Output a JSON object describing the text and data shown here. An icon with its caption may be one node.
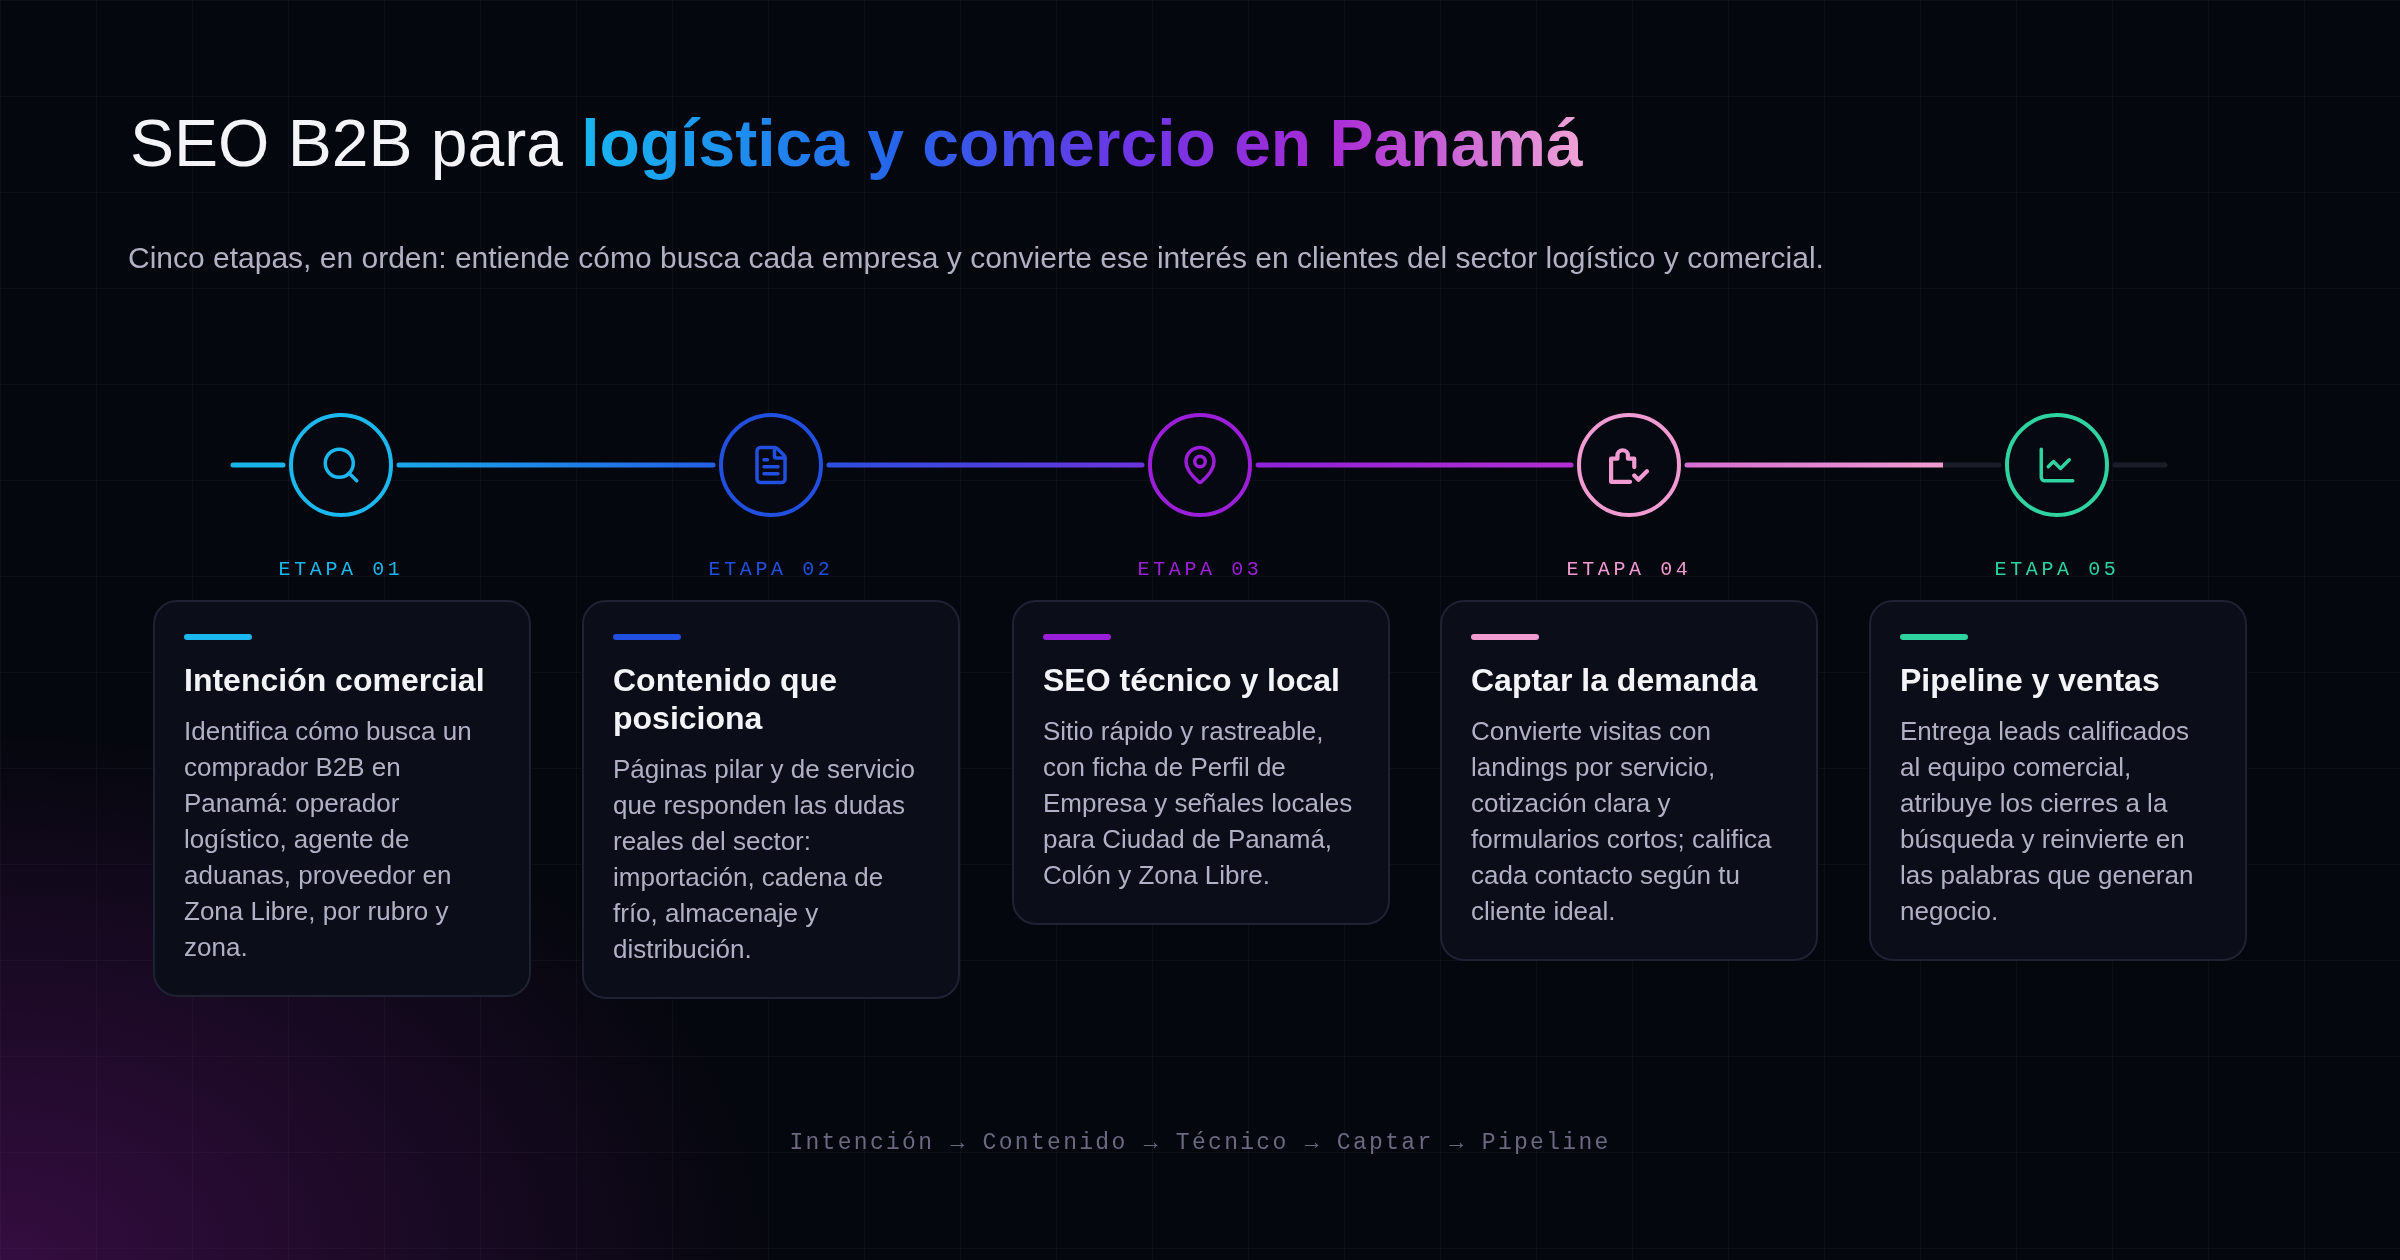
{
  "diagram": {
    "title": "SEO B2B para logística y comercio en Panamá",
    "nodes": [
      {
        "text": [],
        "shape": "circle"
      },
      {
        "text": [],
        "shape": "circle"
      },
      {
        "text": [],
        "shape": "circle"
      },
      {
        "text": [],
        "shape": "circle"
      },
      {
        "text": [],
        "shape": "circle"
      },
      {
        "text": [
          "Intención comercial",
          "Identifica cómo busca un comprador B2B en Panamá: operador logístico, agente de aduanas, proveedor en Zona Libre, por rubro y zona."
        ]
      },
      {
        "text": [
          "Contenido que posiciona",
          "Páginas pilar y de servicio que responden las dudas reales del sector: importación, cadena de frío, almacenaje y distribución."
        ]
      },
      {
        "text": [
          "SEO técnico y local",
          "Sitio rápido y rastreable, con ficha de Perfil de Empresa y señales locales para Ciudad de Panamá, Colón y Zona Libre."
        ]
      },
      {
        "text": [
          "Captar la demanda",
          "Convierte visitas con landings por servicio, cotización clara y formularios cortos; califica cada contacto según tu cliente ideal."
        ]
      },
      {
        "text": [
          "Pipeline y ventas",
          "Entrega leads calificados al equipo comercial, atribuye los cierres a la búsqueda y reinvierte en las palabras que generan negocio."
        ]
      }
    ],
    "edges": [
      {
        "from": null,
        "to": 0,
        "arrow": "none",
        "color": "#1ab4ea"
      },
      {
        "from": 0,
        "to": 1,
        "arrow": "none",
        "color": "#1aa6ea"
      },
      {
        "from": 1,
        "to": 2,
        "arrow": "none",
        "color": "#2d4fe0"
      },
      {
        "from": 2,
        "to": 3,
        "arrow": "none",
        "color": "#8e22d8"
      },
      {
        "from": 3,
        "to": 4,
        "arrow": "none",
        "color": "#d56fd2"
      },
      {
        "from": 4,
        "to": null,
        "arrow": "none",
        "color": "#1b1e2a"
      }
    ],
    "labels": [
      "Cinco etapas, en orden: entiende cómo busca cada empresa y convierte ese interés en clientes del sector logístico y comercial.",
      "ETAPA 01",
      "ETAPA 02",
      "ETAPA 03",
      "ETAPA 04",
      "ETAPA 05",
      "Intención → Contenido → Técnico → Captar → Pipeline"
    ]
  }
}
